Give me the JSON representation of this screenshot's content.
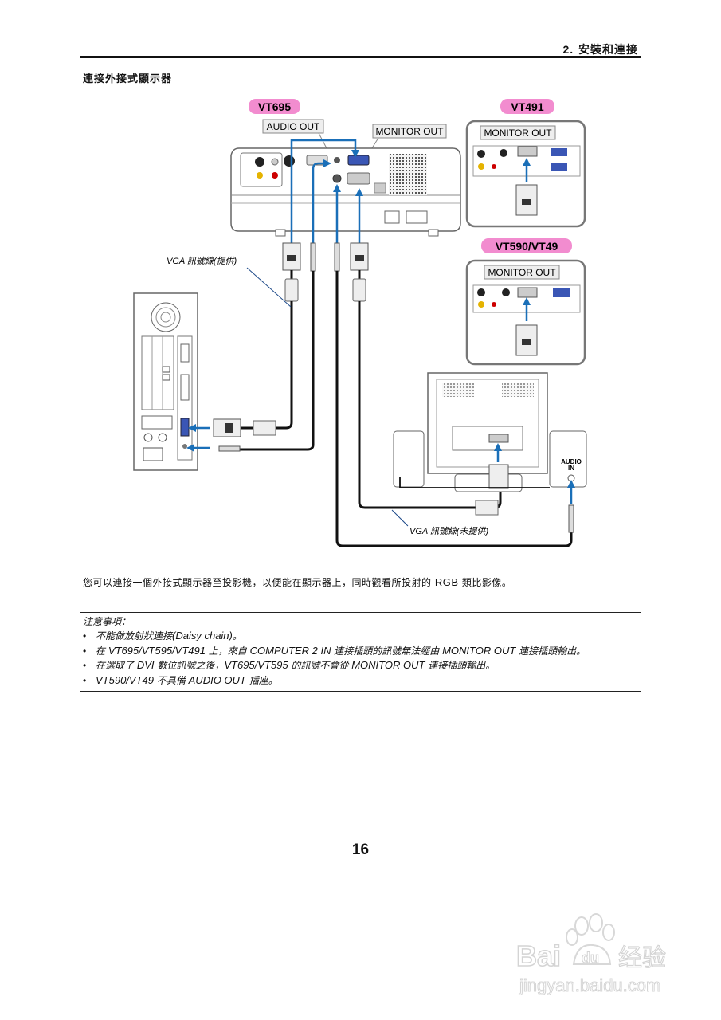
{
  "header": {
    "chapter_number": "2.",
    "chapter_title": "安裝和連接"
  },
  "section": {
    "title": "連接外接式顯示器"
  },
  "diagram": {
    "models": {
      "main": "VT695",
      "inset_top": "VT491",
      "inset_bottom": "VT590/VT49"
    },
    "labels": {
      "audio_out": "AUDIO OUT",
      "monitor_out": "MONITOR OUT",
      "monitor_out_inset_top": "MONITOR OUT",
      "monitor_out_inset_bottom": "MONITOR OUT",
      "vga_cable_supplied": "VGA 訊號線(提供)",
      "vga_cable_not_supplied": "VGA 訊號線(未提供)",
      "audio_in_line1": "AUDIO",
      "audio_in_line2": "IN"
    },
    "colors": {
      "model_badge": "#f28ccf",
      "arrow_blue": "#1a6fb8",
      "cable": "#111111",
      "device_stroke": "#666666",
      "port_blue": "#3a56b5"
    }
  },
  "body": {
    "paragraph_pre": "您可以連接一個外接式顯示器至投影機，以便能在顯示器上，同時觀看所投射的 ",
    "paragraph_rgb": "RGB",
    "paragraph_post": " 類比影像。"
  },
  "notes": {
    "title": "注意事項：",
    "bullet": "•",
    "items": [
      {
        "a": "不能做放射狀連接",
        "b": "(Daisy chain)",
        "c": "。",
        "d": "",
        "e": ""
      },
      {
        "a": "在 ",
        "b": "VT695/VT595/VT491",
        "c": " 上，來自 ",
        "d": "COMPUTER 2 IN",
        "e": " 連接插頭的訊號無法經由 ",
        "f": "MONITOR OUT",
        "g": " 連接插頭輸出。"
      },
      {
        "a": "在選取了 ",
        "b": "DVI",
        "c": " 數位訊號之後，",
        "d": "VT695/VT595",
        "e": " 的訊號不會從 ",
        "f": "MONITOR OUT",
        "g": " 連接插頭輸出。"
      },
      {
        "a": "",
        "b": "VT590/VT49",
        "c": " 不具備 ",
        "d": "AUDIO OUT",
        "e": " 插座。"
      }
    ]
  },
  "footer": {
    "page_number": "16"
  },
  "watermark": {
    "brand_left": "Bai",
    "brand_paw": "du",
    "brand_cn": "经验",
    "url": "jingyan.baidu.com"
  }
}
